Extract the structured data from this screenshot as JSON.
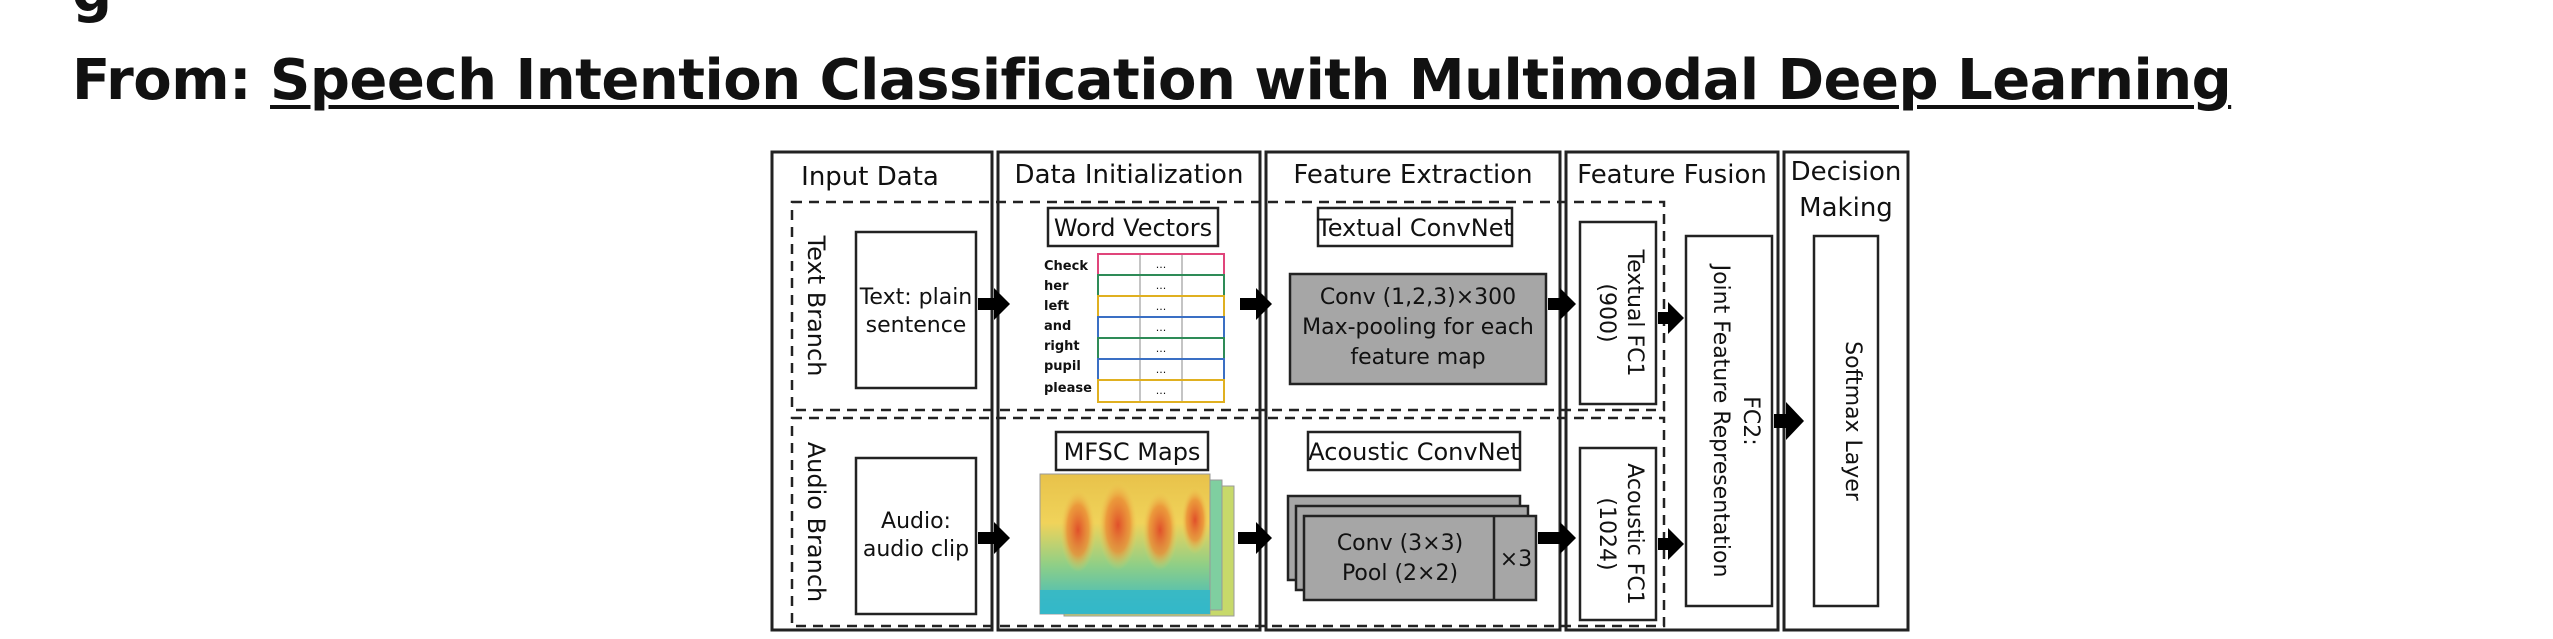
{
  "header_fragment": "g",
  "heading": {
    "prefix": "From: ",
    "link": "Speech Intention Classification with Multimodal Deep Learning"
  },
  "diagram": {
    "columns": {
      "input": "Input Data",
      "init": "Data Initialization",
      "extract": "Feature Extraction",
      "fusion": "Feature Fusion",
      "decision_1": "Decision",
      "decision_2": "Making"
    },
    "branches": {
      "text": "Text Branch",
      "audio": "Audio Branch"
    },
    "input_boxes": {
      "text_1": "Text: plain",
      "text_2": "sentence",
      "audio_1": "Audio:",
      "audio_2": "audio clip"
    },
    "word_vectors": {
      "title": "Word Vectors",
      "words": [
        "Check",
        "her",
        "left",
        "and",
        "right",
        "pupil",
        "please"
      ],
      "cell": "..."
    },
    "mfsc": {
      "title": "MFSC Maps"
    },
    "textual_convnet": {
      "title": "Textual ConvNet",
      "line1": "Conv (1,2,3)×300",
      "line2": "Max-pooling for each",
      "line3": "feature map"
    },
    "acoustic_convnet": {
      "title": "Acoustic ConvNet",
      "line1": "Conv (3×3)",
      "line2": "Pool (2×2)",
      "repeat": "×3"
    },
    "fc1_text": {
      "line1": "Textual FC1",
      "line2": "(900)"
    },
    "fc1_audio": {
      "line1": "Acoustic FC1",
      "line2": "(1024)"
    },
    "fc2": {
      "line1": "FC2:",
      "line2": "Joint Feature  Representation"
    },
    "softmax": "Softmax Layer",
    "colors": {
      "conv_fill": "#a6a6a6",
      "row_colors": [
        "#e0457b",
        "#2e8b57",
        "#e0b020",
        "#3a6fc4"
      ]
    }
  }
}
